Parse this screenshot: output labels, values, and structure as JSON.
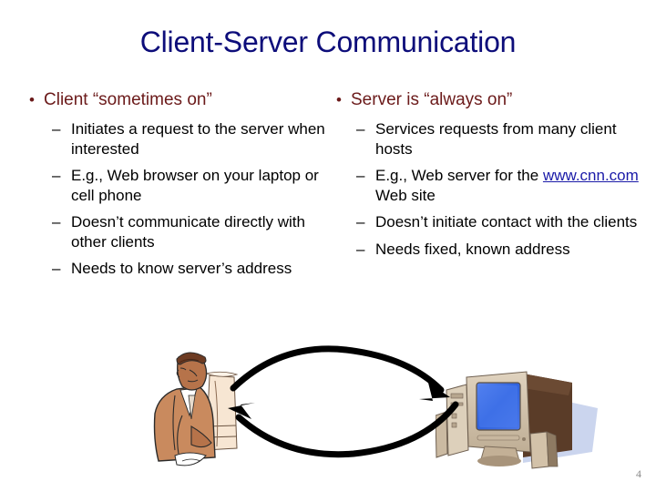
{
  "slide": {
    "title": "Client-Server Communication",
    "page_number": "4",
    "title_color": "#0d0d7a",
    "bullet_color": "#6b1a1a",
    "link_color": "#1a1aa8",
    "body_color": "#000000",
    "background_color": "#ffffff"
  },
  "columns": [
    {
      "id": "client",
      "bullet_glyph": "•",
      "heading": "Client “sometimes on”",
      "sub_bullet_glyph": "–",
      "items": [
        {
          "text": "Initiates a request to the server when interested"
        },
        {
          "text": "E.g., Web browser on your laptop or cell phone"
        },
        {
          "text": "Doesn’t communicate directly with other clients"
        },
        {
          "text": "Needs to know server’s address"
        }
      ]
    },
    {
      "id": "server",
      "bullet_glyph": "•",
      "heading": "Server is “always on”",
      "sub_bullet_glyph": "–",
      "items": [
        {
          "text": "Services requests from many client hosts"
        },
        {
          "text_before": "E.g., Web server for the ",
          "link": "www.cnn.com",
          "text_after": " Web site"
        },
        {
          "text": "Doesn’t initiate contact with the clients"
        },
        {
          "text": "Needs fixed, known address"
        }
      ]
    }
  ],
  "graphics": {
    "client_illustration": {
      "name": "businessman-at-computer-illustration",
      "colors": {
        "skin": "#b6734a",
        "suit": "#c98a5e",
        "monitor": "#f5e2cd",
        "outline": "#2b2b2b"
      }
    },
    "server_illustration": {
      "name": "desktop-computer-illustration",
      "colors": {
        "screen": "#3a6fe0",
        "case": "#cfc0aa",
        "case_dark": "#5a3c28",
        "shadow": "#b9c7e8"
      }
    },
    "arrows": {
      "name": "bidirectional-curved-arrows",
      "color": "#000000",
      "upper_direction": "client-to-server",
      "lower_direction": "server-to-client"
    }
  }
}
